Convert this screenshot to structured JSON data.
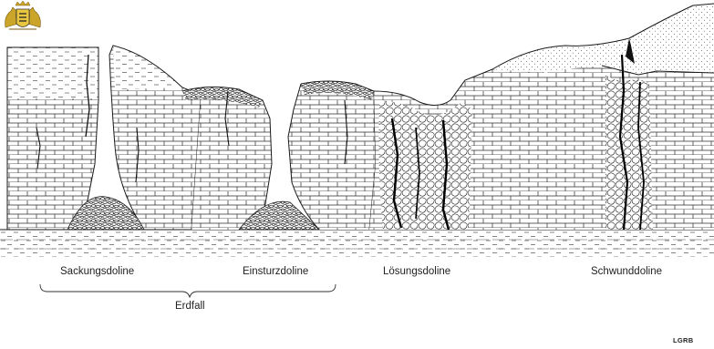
{
  "labels": {
    "sackungsdoline": "Sackungsdoline",
    "einsturzdoline": "Einsturzdoline",
    "loesungsdoline": "Lösungsdoline",
    "schwunddoline": "Schwunddoline",
    "erdfall": "Erdfall"
  },
  "logo": {
    "text": "LGRB",
    "icon": "coat-of-arms-icon"
  },
  "colors": {
    "ink": "#1a1a1a",
    "paper": "#ffffff"
  }
}
